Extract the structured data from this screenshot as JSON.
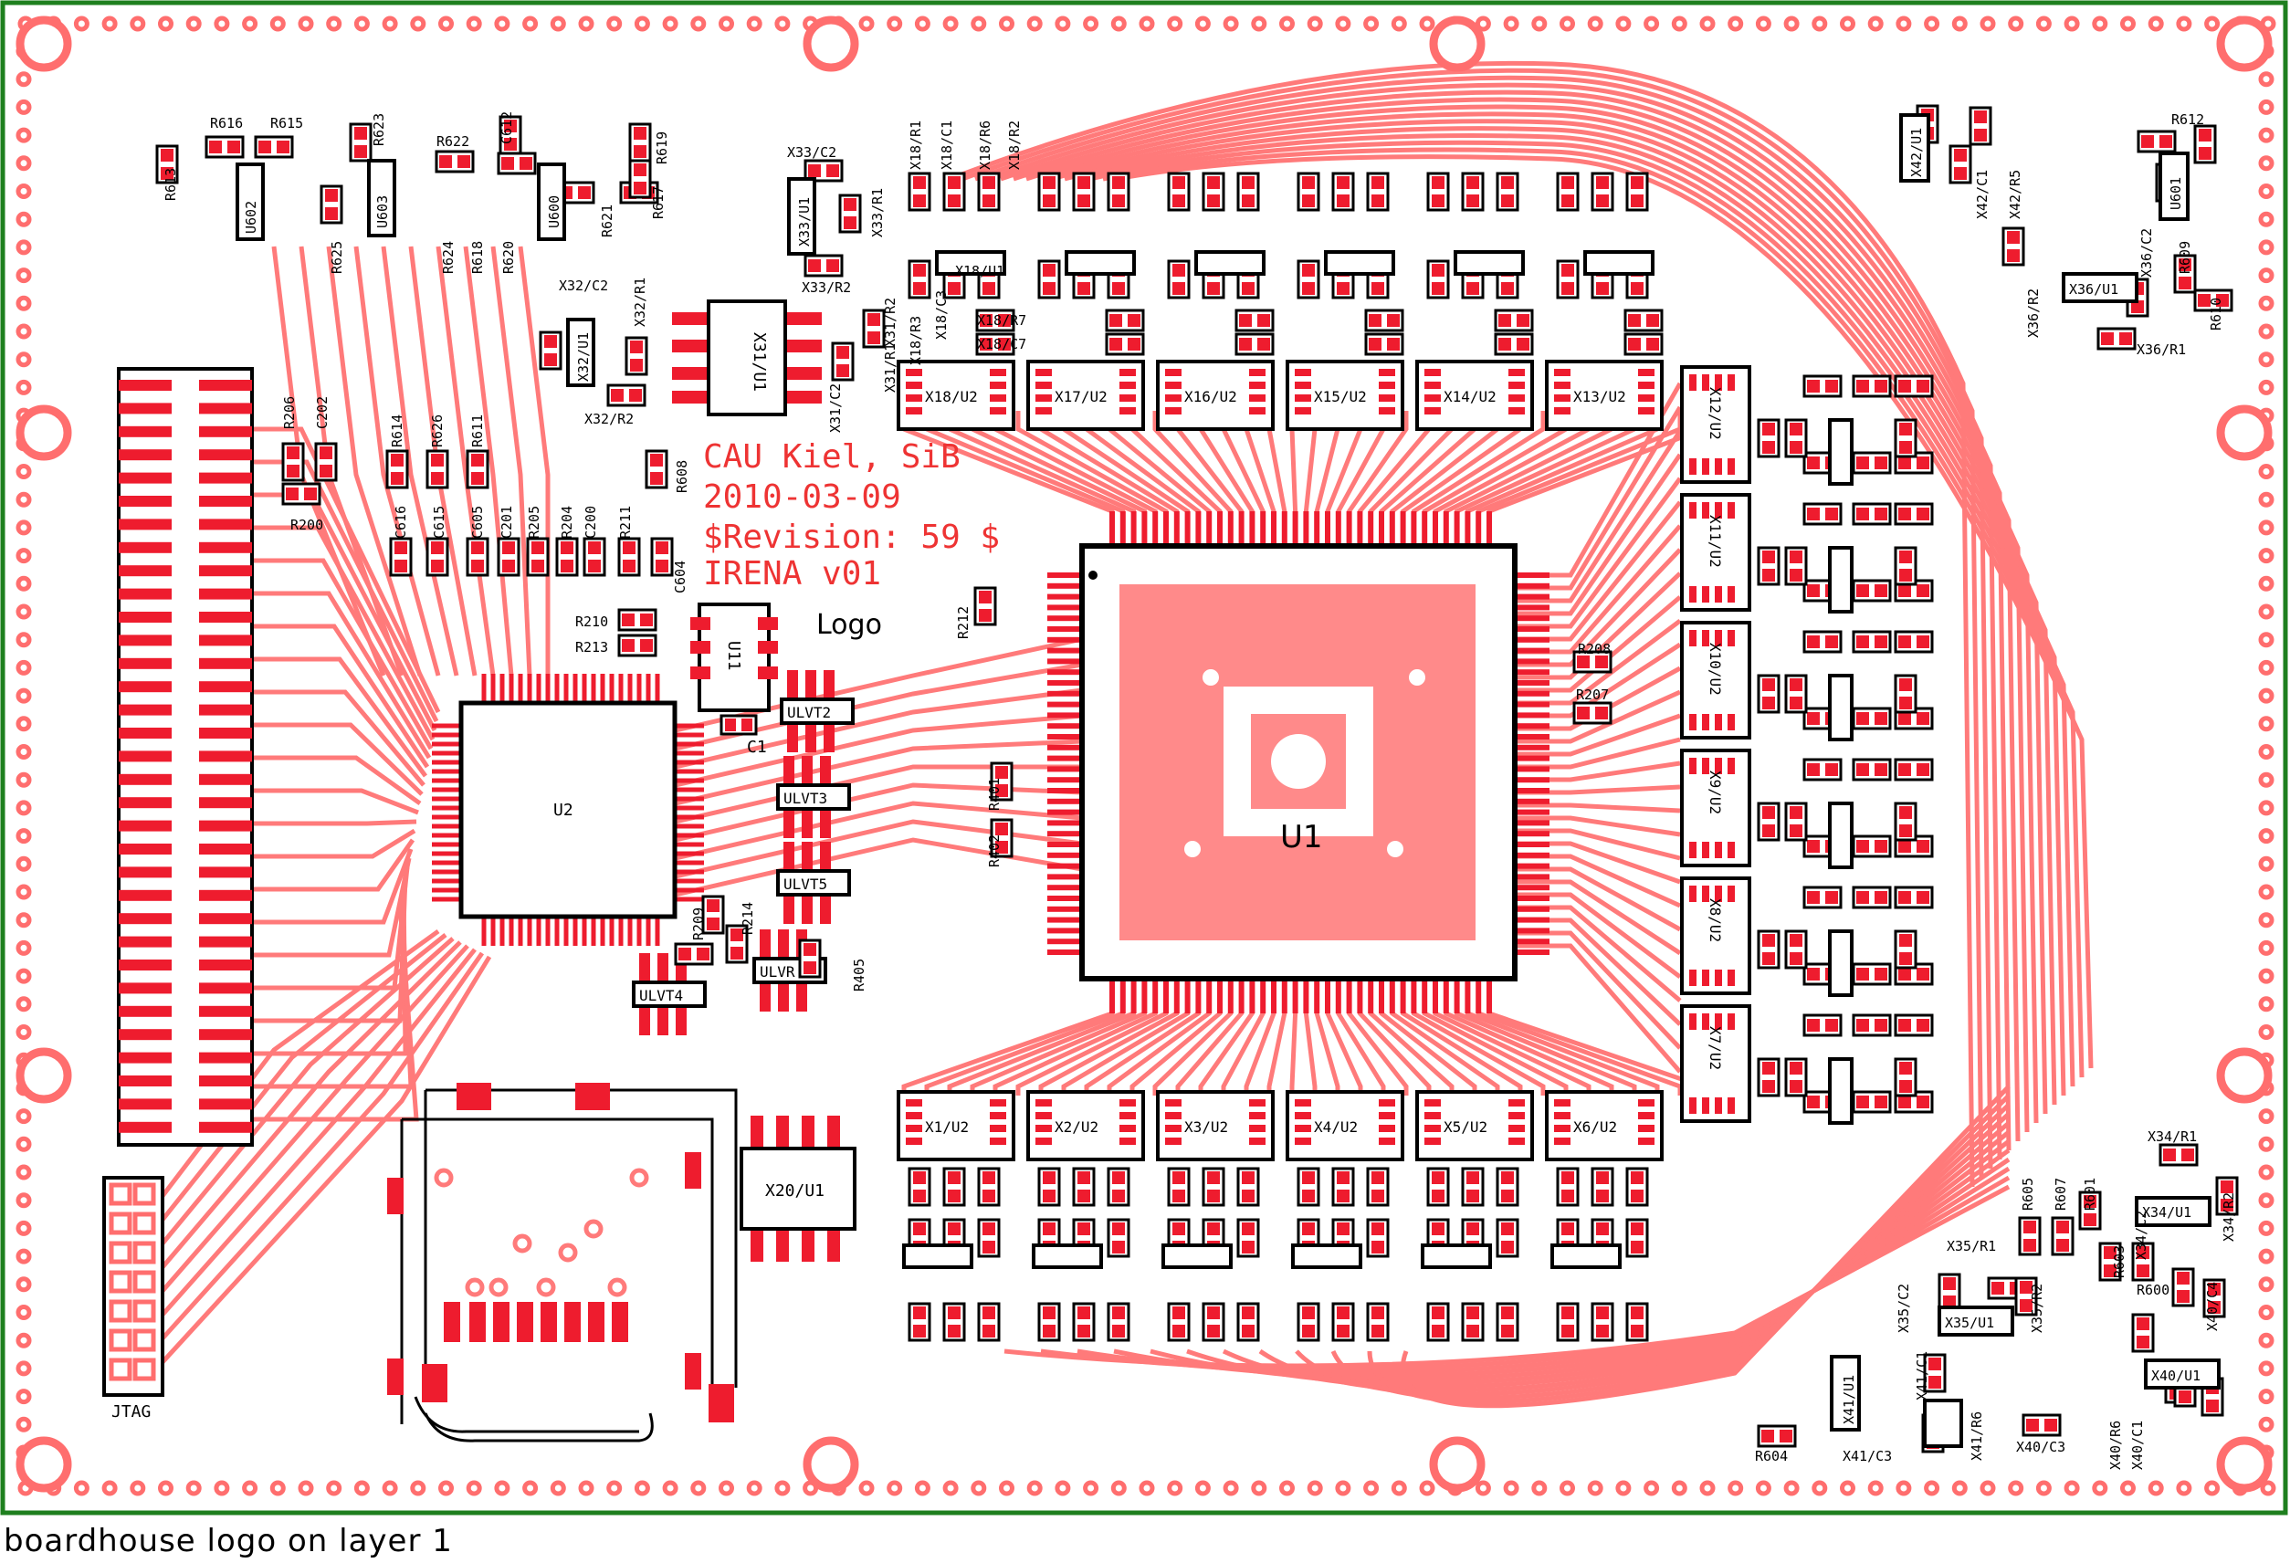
{
  "caption": "boardhouse logo on layer 1",
  "colors": {
    "copper": "#ff6e6e",
    "copper_dark": "#ee1c2e",
    "pad": "#ee1c2e",
    "border": "#1e7f1e",
    "silk_text": "#ee3333",
    "label": "#000000",
    "background": "#ffffff"
  },
  "silkscreen": {
    "line1": "CAU Kiel, SiB",
    "line2": "2010-03-09",
    "line3": "$Revision: 59 $",
    "line4": "IRENA  v01",
    "logo": "Logo"
  },
  "main_chips": {
    "u1": "U1",
    "u2": "U2",
    "jtag": "JTAG",
    "u11": "U11",
    "c1": "C1"
  },
  "ulvt_labels": [
    "ULVT2",
    "ULVT3",
    "ULVT5",
    "ULVR",
    "ULVT4"
  ],
  "top_row_ics": [
    "X18/U2",
    "X17/U2",
    "X16/U2",
    "X15/U2",
    "X14/U2",
    "X13/U2"
  ],
  "bottom_row_ics": [
    "X1/U2",
    "X2/U2",
    "X3/U2",
    "X4/U2",
    "X5/U2",
    "X6/U2"
  ],
  "right_col_ics": [
    "X12/U2",
    "X11/U2",
    "X10/U2",
    "X9/U2",
    "X8/U2",
    "X7/U2"
  ],
  "small_ics": [
    "U602",
    "U603",
    "U600",
    "X33/U1",
    "X32/U1",
    "X31/U1",
    "X18/U1",
    "X20/U1",
    "X42/U1",
    "U601",
    "X36/U1",
    "X34/U1",
    "X35/U1",
    "X40/U1",
    "X41/U1"
  ],
  "top_left_parts": [
    "R613",
    "R616",
    "R615",
    "R623",
    "R625",
    "R622",
    "C612",
    "R624",
    "R618",
    "R620",
    "R621",
    "R617",
    "R619"
  ],
  "left_mid_parts": [
    "R206",
    "C202",
    "R200",
    "R614",
    "R626",
    "R611",
    "R608",
    "C616",
    "C615",
    "C605",
    "C201",
    "R205",
    "R204",
    "C200",
    "R211",
    "C604",
    "R210",
    "R213"
  ],
  "x32_parts": [
    "X32/C2",
    "X32/R1",
    "X32/R2"
  ],
  "x33_parts": [
    "X33/C2",
    "X33/R1",
    "X33/R2"
  ],
  "x31_parts": [
    "X31/C2",
    "X31/R1",
    "X31/R2"
  ],
  "x18_parts": [
    "X18/R1",
    "X18/C1",
    "X18/R6",
    "X18/R2",
    "X18/R3",
    "X18/C3",
    "X18/R7",
    "X18/C7"
  ],
  "center_parts": [
    "R212",
    "R208",
    "R207",
    "R401",
    "R402",
    "R209",
    "R214",
    "R405"
  ],
  "right_top_parts": [
    "X42/C1",
    "X42/R5",
    "R612",
    "X36/C2",
    "R609",
    "X36/R2",
    "R610",
    "X36/R1"
  ],
  "right_bottom_parts": [
    "X34/R1",
    "X34/R2",
    "X34/C2",
    "R605",
    "R607",
    "R601",
    "R603",
    "R600",
    "X35/R1",
    "X35/C2",
    "X35/R2",
    "X41/C1",
    "X40/C4",
    "X41/R6",
    "X40/C3",
    "X40/R6",
    "X40/C1",
    "X41/C3",
    "R604"
  ]
}
